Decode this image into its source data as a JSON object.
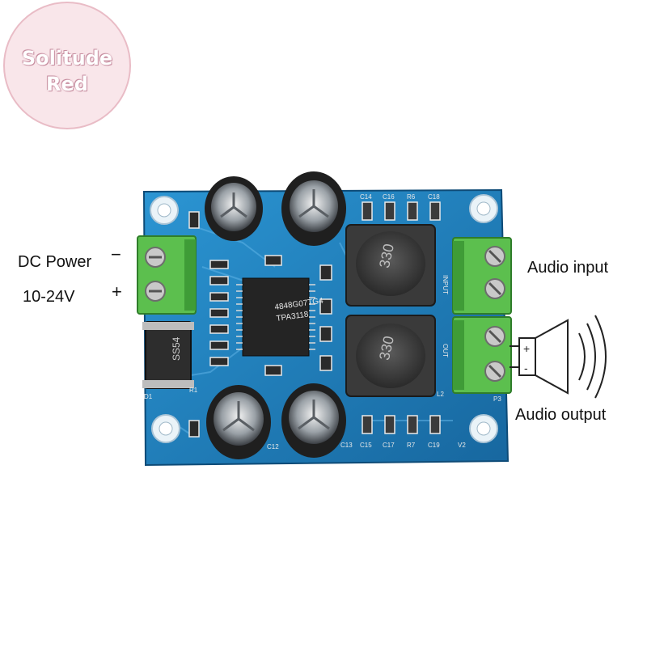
{
  "watermark": {
    "line1": "Solitude",
    "line2": "Red"
  },
  "labels": {
    "dc_power": "DC Power",
    "voltage": "10-24V",
    "minus": "−",
    "plus": "+",
    "audio_input": "Audio  input",
    "audio_output": "Audio output"
  },
  "board": {
    "chip_lines": [
      "4848G07TG4",
      "TPA3118"
    ],
    "inductor_marking": "330",
    "diode_marking": "SS54",
    "silkscreen": {
      "caps_top": [
        "C14",
        "C16",
        "R6",
        "C18"
      ],
      "caps_bottom": [
        "C15",
        "C17",
        "R7",
        "C19"
      ],
      "c12": "C12",
      "c13": "C13",
      "d1": "D1",
      "r1": "R1",
      "p3": "P3",
      "l2": "L2",
      "v2": "V2",
      "input_mark": "INPUT",
      "out_mark": "OUT"
    }
  },
  "colors": {
    "board": "#1f83c4",
    "terminal": "#55b64a",
    "label": "#111111"
  }
}
